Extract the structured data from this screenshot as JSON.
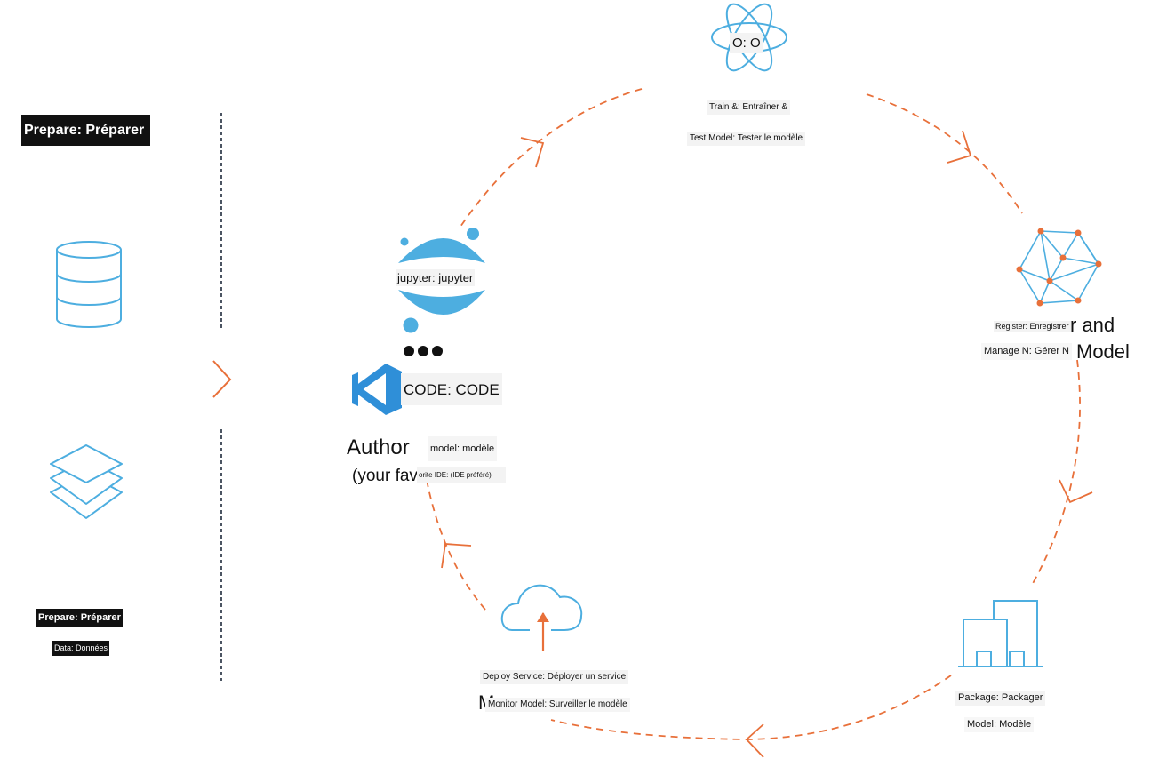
{
  "left_panel": {
    "prepare_heading": "Prepare: Préparer",
    "prepare_label": "Prepare: Préparer",
    "data_label": "Data: Données"
  },
  "train": {
    "atom_label": "O: O",
    "line1": "Train &: Entraîner &",
    "line2": "Test Model: Tester le modèle"
  },
  "register": {
    "line1": "Register: Enregistrer",
    "line1_tail": "r and",
    "line2": "Manage N: Gérer N",
    "line2_tail": "Model"
  },
  "package": {
    "line1": "Package: Packager",
    "line2": "Model: Modèle"
  },
  "deploy": {
    "line1": "Deploy Service: Déployer un service",
    "line2_lead": "M",
    "line2": "Monitor Model: Surveiller le modèle"
  },
  "author": {
    "jupyter_label": "jupyter: jupyter",
    "code_label": "CODE: CODE",
    "author_text": "Author",
    "model_label": "model: modèle",
    "fav_text": "(your fav",
    "ide_label": "orite IDE: (IDE préféré)"
  },
  "colors": {
    "accent_orange": "#E8703A",
    "icon_blue": "#4DAEE0",
    "vscode_blue": "#2F8FD8",
    "divider": "#1F2B3C"
  },
  "icons": [
    "database-icon",
    "layers-icon",
    "chevron-right-icon",
    "atom-icon",
    "network-icon",
    "buildings-icon",
    "cloud-upload-icon",
    "jupyter-icon",
    "vscode-icon",
    "ellipsis-icon"
  ]
}
